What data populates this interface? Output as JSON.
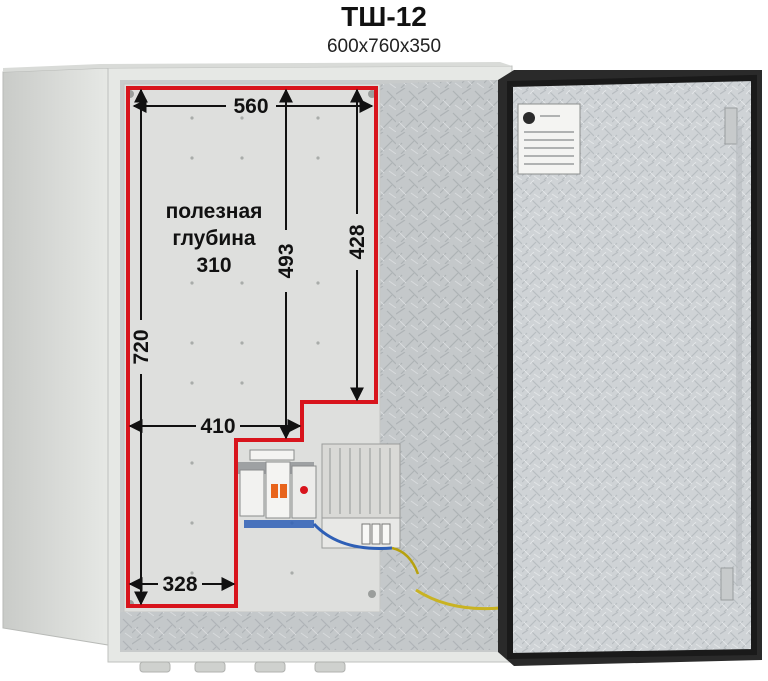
{
  "header": {
    "title": "ТШ-12",
    "subtitle": "600x760x350"
  },
  "dimensions": {
    "width_top": "560",
    "height_full": "720",
    "height_mid": "493",
    "height_right": "428",
    "width_mid": "410",
    "width_bottom": "328"
  },
  "depth_note": {
    "line1": "полезная",
    "line2": "глубина",
    "line3": "310"
  },
  "colors": {
    "outline": "#d8141c",
    "body": "#e4e6e3",
    "mounting_plate": "#dcdcda",
    "door_frame": "#1a1a1a",
    "door_panel": "#d3d6d8"
  }
}
